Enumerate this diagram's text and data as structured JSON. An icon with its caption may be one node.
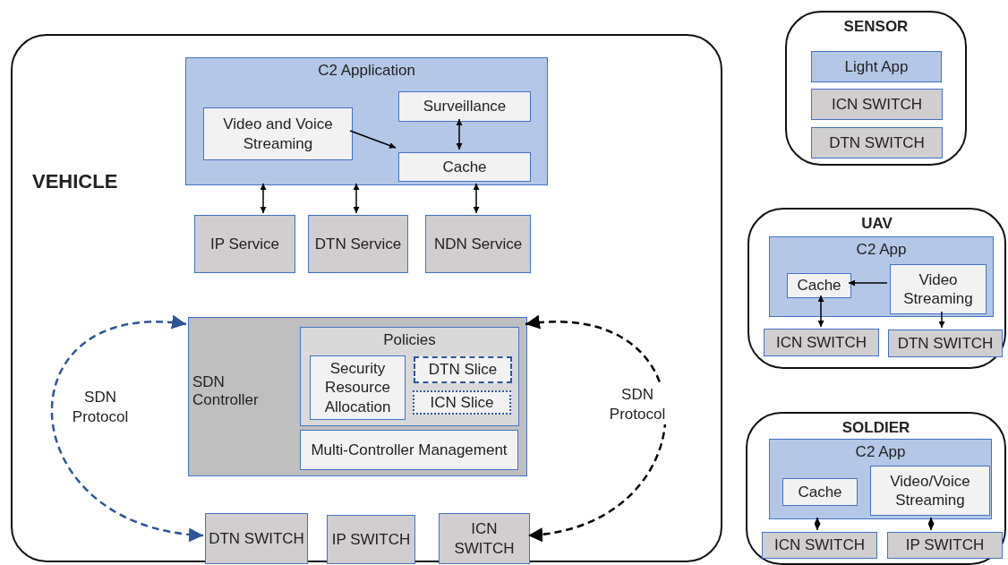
{
  "diagram": {
    "nodes": [
      {
        "text": [
          "VEHICLE"
        ]
      },
      {
        "text": [
          "C2 Application"
        ],
        "in": 0
      },
      {
        "text": [
          "Video and Voice Streaming"
        ],
        "in": 1
      },
      {
        "text": [
          "Surveillance"
        ],
        "in": 1
      },
      {
        "text": [
          "Cache"
        ],
        "in": 1
      },
      {
        "text": [
          "IP Service"
        ],
        "in": 0
      },
      {
        "text": [
          "DTN Service"
        ],
        "in": 0
      },
      {
        "text": [
          "NDN Service"
        ],
        "in": 0
      },
      {
        "text": [
          "SDN Controller"
        ],
        "in": 0
      },
      {
        "text": [
          "Policies"
        ],
        "in": 8
      },
      {
        "text": [
          "Security Resource Allocation"
        ],
        "in": 9
      },
      {
        "text": [
          "DTN Slice"
        ],
        "in": 9
      },
      {
        "text": [
          "ICN Slice"
        ],
        "in": 9
      },
      {
        "text": [
          "Multi-Controller Management"
        ],
        "in": 8
      },
      {
        "text": [
          "DTN SWITCH"
        ],
        "in": 0
      },
      {
        "text": [
          "IP SWITCH"
        ],
        "in": 0
      },
      {
        "text": [
          "ICN SWITCH"
        ],
        "in": 0
      },
      {
        "text": [
          "SENSOR"
        ]
      },
      {
        "text": [
          "Light App"
        ],
        "in": 17
      },
      {
        "text": [
          "ICN SWITCH"
        ],
        "in": 17
      },
      {
        "text": [
          "DTN SWITCH"
        ],
        "in": 17
      },
      {
        "text": [
          "UAV"
        ]
      },
      {
        "text": [
          "C2 App"
        ],
        "in": 21
      },
      {
        "text": [
          "Cache"
        ],
        "in": 22
      },
      {
        "text": [
          "Video Streaming"
        ],
        "in": 22
      },
      {
        "text": [
          "ICN SWITCH"
        ],
        "in": 21
      },
      {
        "text": [
          "DTN SWITCH"
        ],
        "in": 21
      },
      {
        "text": [
          "SOLDIER"
        ]
      },
      {
        "text": [
          "C2 App"
        ],
        "in": 27
      },
      {
        "text": [
          "Cache"
        ],
        "in": 28
      },
      {
        "text": [
          "Video/Voice Streaming"
        ],
        "in": 28
      },
      {
        "text": [
          "ICN SWITCH"
        ],
        "in": 27
      },
      {
        "text": [
          "IP SWITCH"
        ],
        "in": 27
      }
    ],
    "edges": [
      {
        "from": 2,
        "to": 4,
        "arrow": "to"
      },
      {
        "from": 3,
        "to": 4,
        "arrow": "both"
      },
      {
        "from": 1,
        "to": 5,
        "arrow": "both"
      },
      {
        "from": 1,
        "to": 6,
        "arrow": "both"
      },
      {
        "from": 1,
        "to": 7,
        "arrow": "both"
      },
      {
        "from": 8,
        "to": 14,
        "arrow": "both",
        "label": "SDN Protocol",
        "style": "dashed",
        "color": "#2f5597"
      },
      {
        "from": 8,
        "to": 16,
        "arrow": "both",
        "label": "SDN Protocol",
        "style": "dashed"
      },
      {
        "from": 24,
        "to": 23,
        "arrow": "to"
      },
      {
        "from": 23,
        "to": 25,
        "arrow": "both"
      },
      {
        "from": 24,
        "to": 26,
        "arrow": "to"
      },
      {
        "from": 28,
        "to": 31,
        "arrow": "both"
      },
      {
        "from": 28,
        "to": 32,
        "arrow": "both"
      }
    ]
  }
}
